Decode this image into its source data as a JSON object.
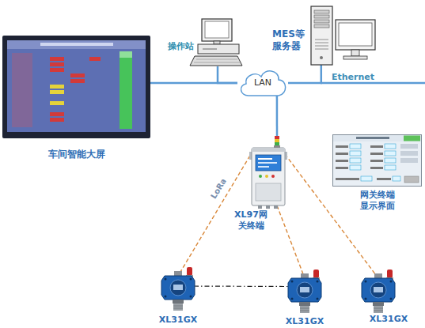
{
  "diagram": {
    "nodes": [
      {
        "text": [
          "MES等 服务器"
        ]
      },
      {
        "text": [
          "操作站"
        ]
      },
      {
        "text": [
          "车间智能大屏"
        ]
      },
      {
        "text": [
          "LAN"
        ]
      },
      {
        "text": [
          "XL97网 关终端"
        ]
      },
      {
        "text": [
          "网关终端 显示界面"
        ]
      },
      {
        "text": [
          "XL31GX"
        ]
      },
      {
        "text": [
          "XL31GX"
        ]
      },
      {
        "text": [
          "XL31GX"
        ]
      }
    ],
    "edges": [
      {
        "from": 2,
        "to": 3,
        "arrow": "none"
      },
      {
        "from": 1,
        "to": 3,
        "arrow": "none"
      },
      {
        "from": 0,
        "to": 3,
        "label": "Ethernet",
        "arrow": "none"
      },
      {
        "from": 3,
        "to": 4,
        "arrow": "none"
      },
      {
        "from": 4,
        "to": 6,
        "label": "LoRa",
        "arrow": "none"
      },
      {
        "from": 4,
        "to": 7,
        "arrow": "none"
      },
      {
        "from": 4,
        "to": 8,
        "arrow": "none"
      },
      {
        "from": 6,
        "to": 7,
        "arrow": "none"
      }
    ]
  }
}
